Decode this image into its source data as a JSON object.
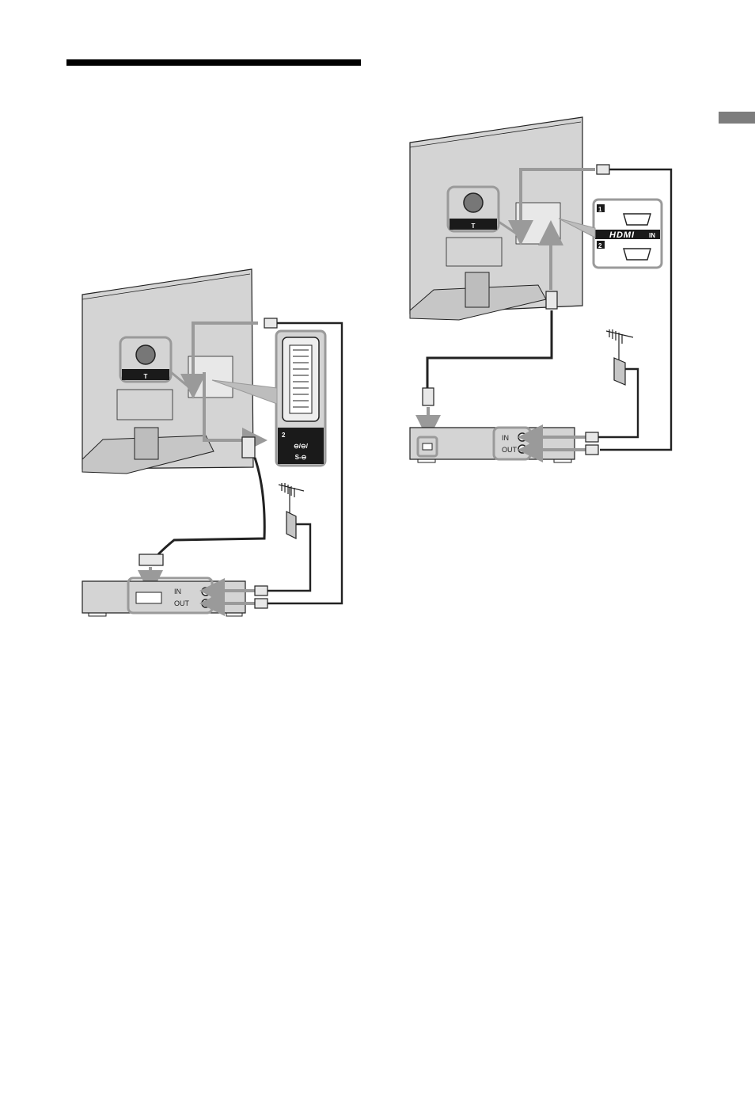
{
  "diagram_left": {
    "antenna_symbol": "antenna-symbol",
    "scart_port_number": "2",
    "scart_port_symbol": "⊖/⊖/",
    "scart_port_symbol2": "S-⊖",
    "device_labels": {
      "in": "IN",
      "out": "OUT"
    }
  },
  "diagram_right": {
    "hdmi_port_1": "1",
    "hdmi_port_2": "2",
    "hdmi_logo": "HDMI",
    "hdmi_in": "IN",
    "device_labels": {
      "in": "IN",
      "out": "OUT"
    }
  },
  "colors": {
    "panel": "#d4d4d4",
    "dark": "#1a1a1a",
    "outline": "#222222",
    "highlight": "#9a9a9a"
  }
}
